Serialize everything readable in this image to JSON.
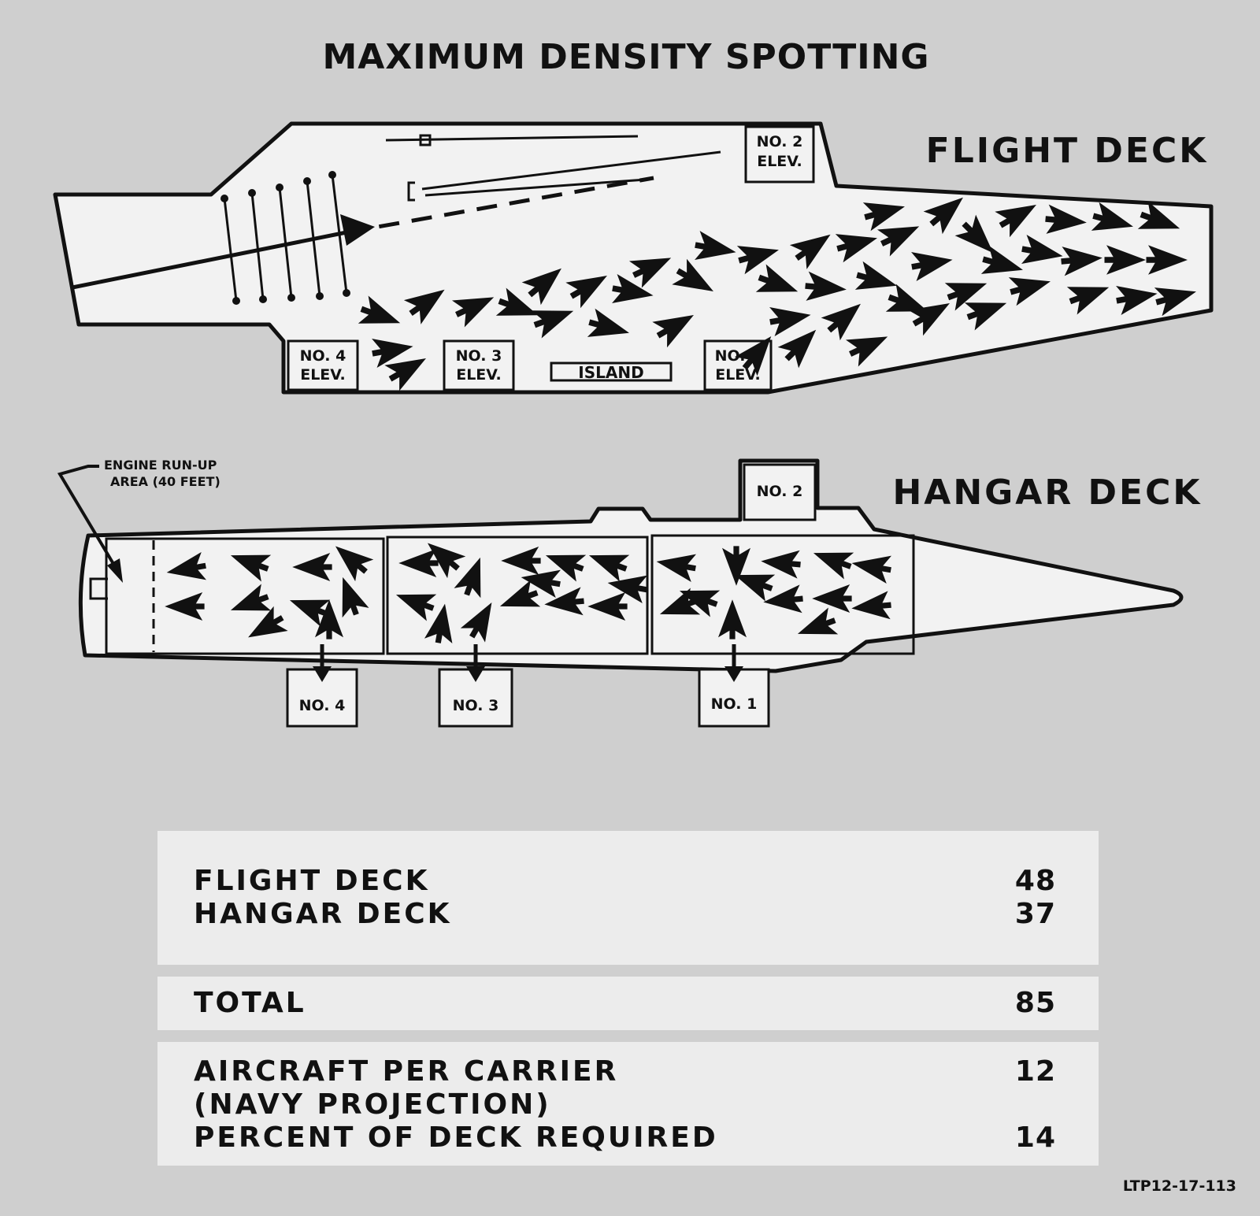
{
  "title": "MAXIMUM DENSITY SPOTTING",
  "flight_deck": {
    "heading": "FLIGHT DECK",
    "elevators": {
      "no2": [
        "NO. 2",
        "ELEV."
      ],
      "no4": [
        "NO. 4",
        "ELEV."
      ],
      "no3": [
        "NO. 3",
        "ELEV."
      ],
      "no1": [
        "NO. 1",
        "ELEV."
      ]
    },
    "island": "ISLAND"
  },
  "hangar_deck": {
    "heading": "HANGAR DECK",
    "annotation": [
      "ENGINE RUN-UP",
      "AREA (40 FEET)"
    ],
    "elevators": {
      "no2": "NO. 2",
      "no4": "NO. 4",
      "no3": "NO. 3",
      "no1": "NO. 1"
    }
  },
  "summary": {
    "deck_rows": [
      {
        "label": "FLIGHT DECK",
        "value": "48"
      },
      {
        "label": "HANGAR DECK",
        "value": "37"
      }
    ],
    "total": {
      "label": "TOTAL",
      "value": "85"
    },
    "projection": {
      "line1": "AIRCRAFT PER CARRIER",
      "value1": "12",
      "line2": "(NAVY PROJECTION)",
      "line3": "PERCENT OF DECK REQUIRED",
      "value3": "14"
    }
  },
  "figure_id": "LTP12-17-113",
  "colors": {
    "background": "#cfcfcf",
    "deck": "#f2f2f2",
    "ink": "#111111",
    "panel": "#ececec"
  }
}
